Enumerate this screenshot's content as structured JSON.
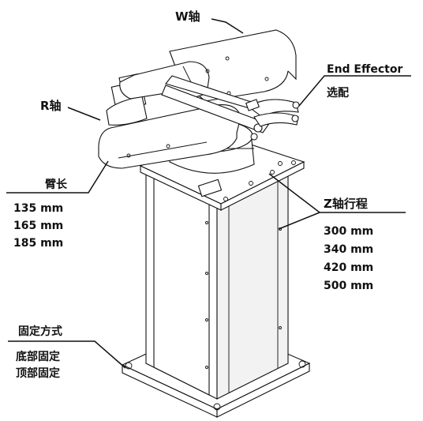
{
  "labels": {
    "w_axis": "W轴",
    "end_effector": "End Effector",
    "optional": "选配",
    "r_axis": "R轴",
    "arm_length": "臂长",
    "arm_lengths": [
      "135 mm",
      "165 mm",
      "185 mm"
    ],
    "z_axis_stroke": "Z轴行程",
    "z_strokes": [
      "300 mm",
      "340 mm",
      "420 mm",
      "500 mm"
    ],
    "mounting": "固定方式",
    "mounting_options": [
      "底部固定",
      "顶部固定"
    ]
  }
}
